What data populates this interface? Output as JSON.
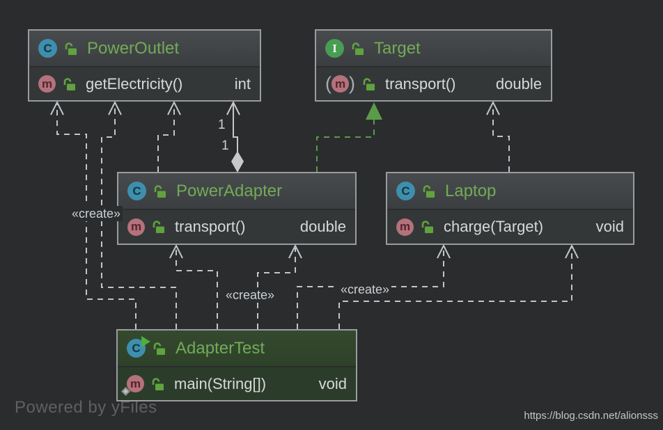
{
  "diagram": {
    "watermark": "Powered by yFiles",
    "attribution": "https://blog.csdn.net/alionsss",
    "colors": {
      "canvas": "#2a2c2e",
      "node_border": "#9a9da0",
      "edge": "#c2c6c8",
      "realization_edge": "#5a9b4a",
      "class_name_text": "#72ab58",
      "member_text": "#d8d8d8",
      "class_icon": "#3e8fae",
      "interface_icon": "#499c54",
      "method_icon": "#b4727c",
      "lock_icon": "#60a33e",
      "runnable_header": "#31462f",
      "runnable_body": "#2b3d2a"
    },
    "nodes": [
      {
        "name": "PowerOutlet",
        "kind": "class",
        "icon_letter": "C",
        "members": [
          {
            "label": "getElectricity()",
            "type": "int",
            "icon_letter": "m"
          }
        ]
      },
      {
        "name": "Target",
        "kind": "interface",
        "icon_letter": "I",
        "members": [
          {
            "label": "transport()",
            "type": "double",
            "icon_letter": "m",
            "abstract": true
          }
        ]
      },
      {
        "name": "PowerAdapter",
        "kind": "class",
        "icon_letter": "C",
        "members": [
          {
            "label": "transport()",
            "type": "double",
            "icon_letter": "m"
          }
        ]
      },
      {
        "name": "Laptop",
        "kind": "class",
        "icon_letter": "C",
        "members": [
          {
            "label": "charge(Target)",
            "type": "void",
            "icon_letter": "m"
          }
        ]
      },
      {
        "name": "AdapterTest",
        "kind": "class",
        "icon_letter": "C",
        "runnable": true,
        "members": [
          {
            "label": "main(String[])",
            "type": "void",
            "icon_letter": "m",
            "static": true
          }
        ]
      }
    ],
    "edge_labels": {
      "create_adaptertest_poweroutlet": "«create»",
      "create_adaptertest_poweradapter": "«create»",
      "create_adaptertest_laptop": "«create»",
      "composition_mult_target": "1",
      "composition_mult_source": "1"
    }
  }
}
